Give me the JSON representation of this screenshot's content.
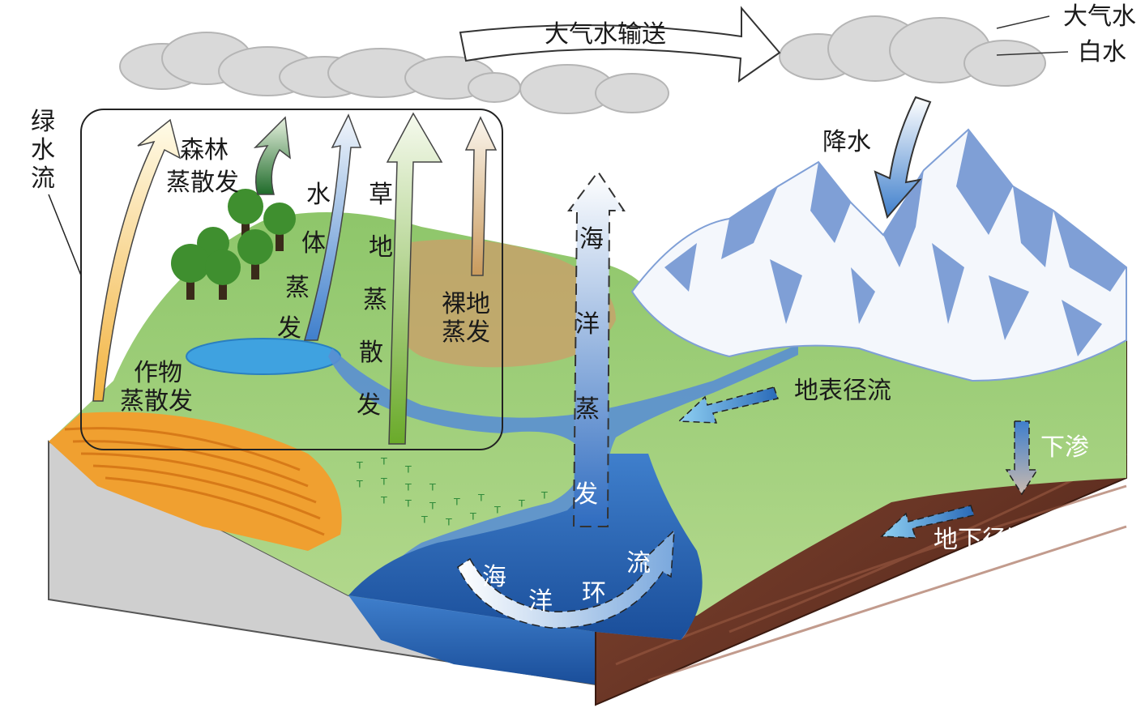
{
  "labels": {
    "atmospheric_transport": "大气水输送",
    "atmospheric_water": "大气水",
    "white_water": "白水",
    "green_water_flow": [
      "绿",
      "水",
      "流"
    ],
    "forest_transpiration": [
      "森林",
      "蒸散发"
    ],
    "water_evaporation": [
      "水",
      "体",
      "蒸",
      "发"
    ],
    "grass_evaporation": [
      "草",
      "地",
      "蒸",
      "散",
      "发"
    ],
    "bare_evaporation": [
      "裸地",
      "蒸发"
    ],
    "crop_transpiration": [
      "作物",
      "蒸散发"
    ],
    "ocean_evaporation": [
      "海",
      "洋",
      "蒸",
      "发"
    ],
    "precipitation": "降水",
    "surface_runoff": "地表径流",
    "infiltration": "下渗",
    "groundwater_runoff": "地下径流",
    "ocean_circulation": [
      "海",
      "洋",
      "环",
      "流"
    ]
  },
  "colors": {
    "sky_cloud": "#d9d9d9",
    "land_green": "#9ccc74",
    "water_blue": "#3b79c2",
    "ocean_dark": "#1f5aa8",
    "soil_brown": "#6b3524",
    "mountain_blue": "#7f9fd6",
    "crop_orange": "#f0a030",
    "tree_green": "#3f8f2f"
  }
}
